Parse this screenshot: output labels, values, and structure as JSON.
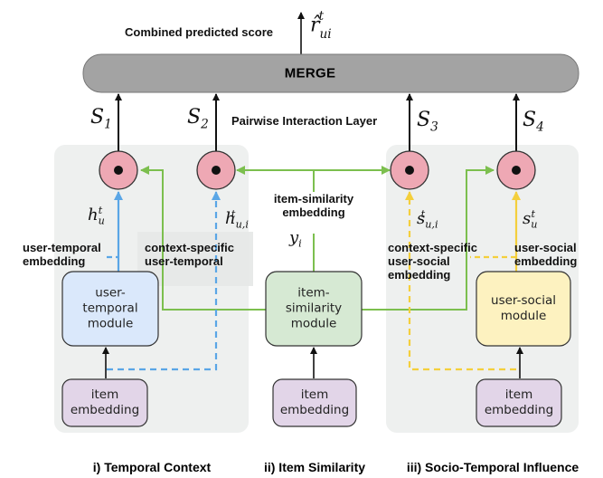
{
  "header": {
    "title": "Combined predicted score",
    "score_symbol": "r̂",
    "score_sub": "ui",
    "score_sup": "t"
  },
  "merge": {
    "label": "MERGE"
  },
  "scores": [
    {
      "sym": "S",
      "sub": "1"
    },
    {
      "sym": "S",
      "sub": "2"
    },
    {
      "sym": "S",
      "sub": "3"
    },
    {
      "sym": "S",
      "sub": "4"
    }
  ],
  "layer_label": "Pairwise Interaction Layer",
  "embeddings": {
    "h_u": {
      "sym": "h",
      "sub": "u",
      "sup": "t"
    },
    "h_ui": {
      "sym": "h",
      "sub": "u,i",
      "sup": "t"
    },
    "y_i": {
      "sym": "y",
      "sub": "i"
    },
    "s_ui": {
      "sym": "s",
      "sub": "u,i",
      "sup": "t"
    },
    "s_u": {
      "sym": "s",
      "sub": "u",
      "sup": "t"
    }
  },
  "labels": {
    "user_temporal": [
      "user-temporal",
      "embedding"
    ],
    "context_temporal": [
      "context-specific",
      "user-temporal"
    ],
    "item_similarity": [
      "item-similarity",
      "embedding"
    ],
    "context_social": [
      "context-specific",
      "user-social",
      "embedding"
    ],
    "user_social": [
      "user-social",
      "embedding"
    ]
  },
  "modules": {
    "user_temporal": [
      "user-",
      "temporal",
      "module"
    ],
    "item_similarity": [
      "item-",
      "similarity",
      "module"
    ],
    "user_social": [
      "user-social",
      "module"
    ]
  },
  "inputs": [
    [
      "item",
      "embedding"
    ],
    [
      "item",
      "embedding"
    ],
    [
      "item",
      "embedding"
    ]
  ],
  "captions": [
    "i) Temporal Context",
    "ii) Item Similarity",
    "iii) Socio-Temporal Influence"
  ],
  "colors": {
    "panel": "#eef0ef",
    "merge": "#a3a3a3",
    "node": "#eea8b4",
    "blue": "#5aa6e6",
    "green": "#7cbf4e",
    "yellow": "#f4cf3c",
    "temporal_box": "#dae8fb",
    "similarity_box": "#d6e9d3",
    "social_box": "#fdf2c0",
    "input_box": "#e2d5e8"
  }
}
